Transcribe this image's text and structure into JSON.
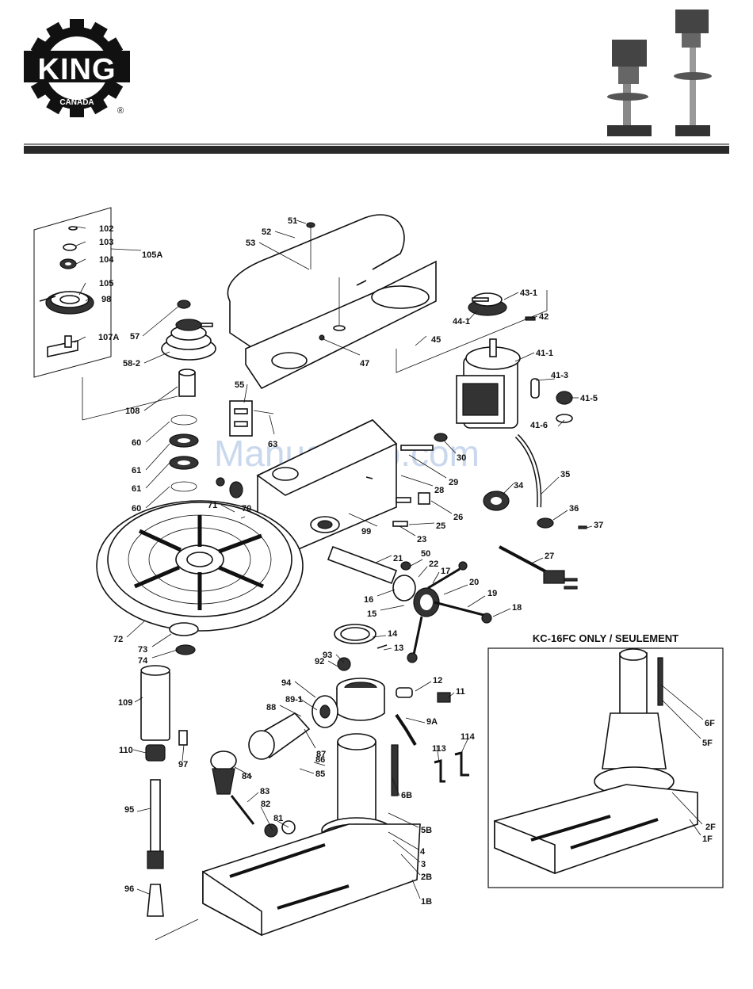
{
  "brand": {
    "name": "KING",
    "sub": "CANADA",
    "registered": "®"
  },
  "watermark": "ManualsLib.com",
  "inset_title": "KC-16FC ONLY / SEULEMENT",
  "parts": [
    {
      "id": "102"
    },
    {
      "id": "103"
    },
    {
      "id": "104"
    },
    {
      "id": "105"
    },
    {
      "id": "98"
    },
    {
      "id": "105A"
    },
    {
      "id": "107A"
    },
    {
      "id": "57"
    },
    {
      "id": "58-2"
    },
    {
      "id": "108"
    },
    {
      "id": "60a",
      "label": "60"
    },
    {
      "id": "61a",
      "label": "61"
    },
    {
      "id": "61b",
      "label": "61"
    },
    {
      "id": "60b",
      "label": "60"
    },
    {
      "id": "51"
    },
    {
      "id": "52"
    },
    {
      "id": "53"
    },
    {
      "id": "47"
    },
    {
      "id": "45"
    },
    {
      "id": "55"
    },
    {
      "id": "63"
    },
    {
      "id": "43-1"
    },
    {
      "id": "44-1"
    },
    {
      "id": "42"
    },
    {
      "id": "41-1"
    },
    {
      "id": "41-3"
    },
    {
      "id": "41-5"
    },
    {
      "id": "41-6"
    },
    {
      "id": "30"
    },
    {
      "id": "29"
    },
    {
      "id": "28"
    },
    {
      "id": "26"
    },
    {
      "id": "25"
    },
    {
      "id": "23"
    },
    {
      "id": "99"
    },
    {
      "id": "71"
    },
    {
      "id": "70"
    },
    {
      "id": "34"
    },
    {
      "id": "35"
    },
    {
      "id": "36"
    },
    {
      "id": "37"
    },
    {
      "id": "27"
    },
    {
      "id": "21"
    },
    {
      "id": "50"
    },
    {
      "id": "22"
    },
    {
      "id": "17"
    },
    {
      "id": "20"
    },
    {
      "id": "16"
    },
    {
      "id": "15"
    },
    {
      "id": "19"
    },
    {
      "id": "18"
    },
    {
      "id": "72"
    },
    {
      "id": "73"
    },
    {
      "id": "74"
    },
    {
      "id": "14"
    },
    {
      "id": "13"
    },
    {
      "id": "93"
    },
    {
      "id": "92"
    },
    {
      "id": "94"
    },
    {
      "id": "12"
    },
    {
      "id": "11"
    },
    {
      "id": "89-1"
    },
    {
      "id": "88"
    },
    {
      "id": "9A"
    },
    {
      "id": "109"
    },
    {
      "id": "110"
    },
    {
      "id": "97"
    },
    {
      "id": "87"
    },
    {
      "id": "86"
    },
    {
      "id": "85"
    },
    {
      "id": "84"
    },
    {
      "id": "113"
    },
    {
      "id": "114"
    },
    {
      "id": "6B"
    },
    {
      "id": "5B"
    },
    {
      "id": "83"
    },
    {
      "id": "82"
    },
    {
      "id": "81"
    },
    {
      "id": "95"
    },
    {
      "id": "4"
    },
    {
      "id": "3"
    },
    {
      "id": "2B"
    },
    {
      "id": "1B"
    },
    {
      "id": "96"
    },
    {
      "id": "6F"
    },
    {
      "id": "5F"
    },
    {
      "id": "2F"
    },
    {
      "id": "1F"
    }
  ]
}
